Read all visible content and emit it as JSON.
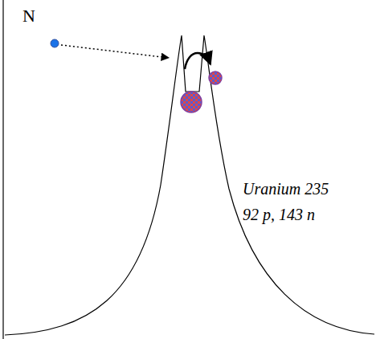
{
  "diagram": {
    "labels": [
      "N",
      "Uranium 235",
      "92 p, 143 n"
    ]
  }
}
